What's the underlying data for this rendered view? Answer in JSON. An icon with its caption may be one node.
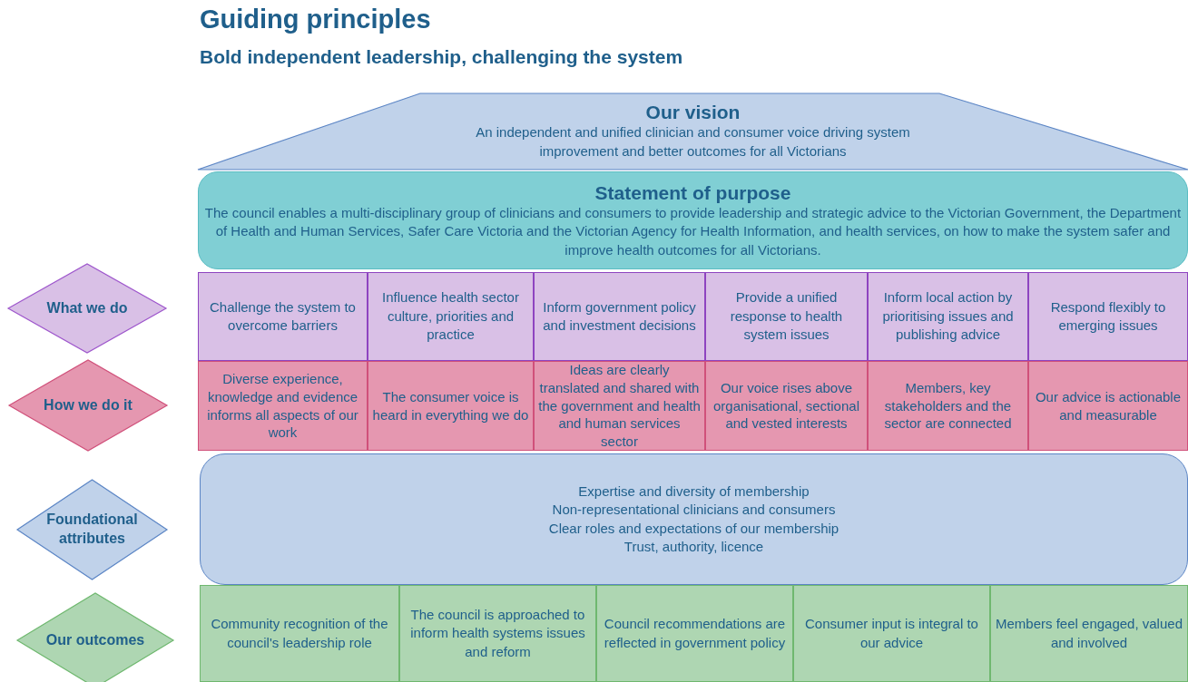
{
  "diagram": {
    "title": "Guiding principles",
    "caption": "Bold independent leadership, challenging the system",
    "nodes": [
      {
        "text": [
          "Our vision",
          "An independent and unified clinician and consumer voice driving system improvement and better outcomes for all Victorians"
        ]
      },
      {
        "text": [
          "Statement of purpose",
          "The council enables a multi-disciplinary group of clinicians and consumers to provide leadership and strategic advice to the Victorian Government, the Department of Health and Human Services, Safer Care Victoria and the Victorian Agency for Health Information, and health services, on how to make the system safer and improve health outcomes for all Victorians."
        ]
      },
      {
        "text": [
          "What we do"
        ]
      },
      {
        "text": [
          "Challenge the system to overcome barriers"
        ]
      },
      {
        "text": [
          "Influence health sector culture, priorities and practice"
        ]
      },
      {
        "text": [
          "Inform government policy and investment decisions"
        ]
      },
      {
        "text": [
          "Provide a unified response to health system issues"
        ]
      },
      {
        "text": [
          "Inform local action by prioritising issues and publishing advice"
        ]
      },
      {
        "text": [
          "Respond flexibly to emerging issues"
        ]
      },
      {
        "text": [
          "How we do it"
        ]
      },
      {
        "text": [
          "Diverse experience, knowledge and evidence informs all aspects of our work"
        ]
      },
      {
        "text": [
          "The consumer voice is heard in everything we do"
        ]
      },
      {
        "text": [
          "Ideas are clearly translated and shared with the government and health and human services sector"
        ]
      },
      {
        "text": [
          "Our voice rises above organisational, sectional and vested interests"
        ]
      },
      {
        "text": [
          "Members, key stakeholders and the sector are connected"
        ]
      },
      {
        "text": [
          "Our advice is actionable and measurable"
        ]
      },
      {
        "text": [
          "Foundational attributes"
        ]
      },
      {
        "text": [
          "Expertise and diversity of membership",
          "Non-representational clinicians and consumers",
          "Clear roles and expectations of our membership",
          "Trust, authority, licence"
        ]
      },
      {
        "text": [
          "Our outcomes"
        ]
      },
      {
        "text": [
          "Community recognition of the council's leadership role"
        ]
      },
      {
        "text": [
          "The council is approached to inform health systems issues and reform"
        ]
      },
      {
        "text": [
          "Council recommendations are reflected in government policy"
        ]
      },
      {
        "text": [
          "Consumer input is integral to our advice"
        ]
      },
      {
        "text": [
          "Members feel engaged, valued and involved"
        ]
      }
    ]
  }
}
